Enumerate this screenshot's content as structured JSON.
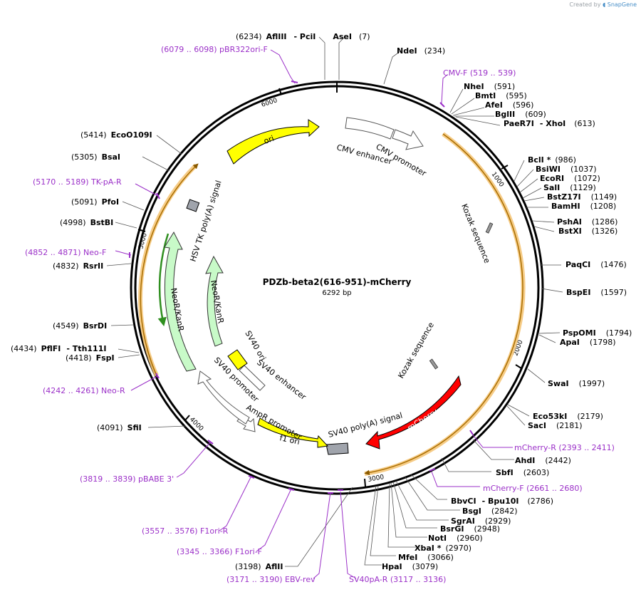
{
  "credit": {
    "prefix": "Created by",
    "brand": "SnapGene"
  },
  "plasmid": {
    "name": "PDZb-beta2(616-951)-mCherry",
    "size": "6292 bp",
    "length": 6292
  },
  "ticks": [
    "1000",
    "2000",
    "3000",
    "4000",
    "5000",
    "6000"
  ],
  "sites": [
    {
      "name": "AflIII",
      "sep": "- PciI",
      "pos": "(6234)",
      "name2": "AseI",
      "pos2": "(7)"
    },
    {
      "name": "NdeI",
      "pos": "(234)"
    },
    {
      "name": "NheI",
      "pos": "(591)"
    },
    {
      "name": "BmtI",
      "pos": "(595)"
    },
    {
      "name": "AfeI",
      "pos": "(596)"
    },
    {
      "name": "BglII",
      "pos": "(609)"
    },
    {
      "name": "PaeR7I",
      "sep": "- XhoI",
      "pos": "(613)"
    },
    {
      "name": "BclI *",
      "pos": "(986)"
    },
    {
      "name": "BsiWI",
      "pos": "(1037)"
    },
    {
      "name": "EcoRI",
      "pos": "(1072)"
    },
    {
      "name": "SalI",
      "pos": "(1129)"
    },
    {
      "name": "BstZ17I",
      "pos": "(1149)"
    },
    {
      "name": "BamHI",
      "pos": "(1208)"
    },
    {
      "name": "PshAI",
      "pos": "(1286)"
    },
    {
      "name": "BstXI",
      "pos": "(1326)"
    },
    {
      "name": "PaqCI",
      "pos": "(1476)"
    },
    {
      "name": "BspEI",
      "pos": "(1597)"
    },
    {
      "name": "PspOMI",
      "pos": "(1794)"
    },
    {
      "name": "ApaI",
      "pos": "(1798)"
    },
    {
      "name": "SwaI",
      "pos": "(1997)"
    },
    {
      "name": "Eco53kI",
      "pos": "(2179)"
    },
    {
      "name": "SacI",
      "pos": "(2181)"
    },
    {
      "name": "AhdI",
      "pos": "(2442)"
    },
    {
      "name": "SbfI",
      "pos": "(2603)"
    },
    {
      "name": "BbvCI",
      "sep": "- Bpu10I",
      "pos": "(2786)"
    },
    {
      "name": "BsgI",
      "pos": "(2842)"
    },
    {
      "name": "SgrAI",
      "pos": "(2929)"
    },
    {
      "name": "BsrGI",
      "pos": "(2948)"
    },
    {
      "name": "NotI",
      "pos": "(2960)"
    },
    {
      "name": "XbaI *",
      "pos": "(2970)"
    },
    {
      "name": "MfeI",
      "pos": "(3066)"
    },
    {
      "name": "HpaI",
      "pos": "(3079)"
    },
    {
      "name": "AflII",
      "pos": "(3198)"
    },
    {
      "name": "SfiI",
      "pos": "(4091)"
    },
    {
      "name": "FspI",
      "pos": "(4418)"
    },
    {
      "name": "PflFI",
      "sep": "- Tth111I",
      "pos": "(4434)"
    },
    {
      "name": "BsrDI",
      "pos": "(4549)"
    },
    {
      "name": "RsrII",
      "pos": "(4832)"
    },
    {
      "name": "BstBI",
      "pos": "(4998)"
    },
    {
      "name": "PfoI",
      "pos": "(5091)"
    },
    {
      "name": "BsaI",
      "pos": "(5305)"
    },
    {
      "name": "EcoO109I",
      "pos": "(5414)"
    }
  ],
  "primers": [
    {
      "label": "(6079 .. 6098)  pBR322ori-F"
    },
    {
      "label": "CMV-F   (519 .. 539)"
    },
    {
      "label": "mCherry-R   (2393 .. 2411)"
    },
    {
      "label": "mCherry-F   (2661 .. 2680)"
    },
    {
      "label": "SV40pA-R   (3117 .. 3136)"
    },
    {
      "label": "(3171 .. 3190)  EBV-rev"
    },
    {
      "label": "(3345 .. 3366)  F1ori-F"
    },
    {
      "label": "(3557 .. 3576)  F1ori-R"
    },
    {
      "label": "(3819 .. 3839)  pBABE 3'"
    },
    {
      "label": "(4242 .. 4261)  Neo-R"
    },
    {
      "label": "(4852 .. 4871)  Neo-F"
    },
    {
      "label": "(5170 .. 5189)  TK-pA-R"
    }
  ],
  "features": [
    {
      "label": "ori"
    },
    {
      "label": "CMV enhancer"
    },
    {
      "label": "CMV promoter"
    },
    {
      "label": "Kozak sequence"
    },
    {
      "label": "Kozak sequence"
    },
    {
      "label": "mCherry"
    },
    {
      "label": "SV40 poly(A) signal"
    },
    {
      "label": "f1 ori"
    },
    {
      "label": "AmpR promoter"
    },
    {
      "label": "SV40 promoter"
    },
    {
      "label": "SV40 enhancer"
    },
    {
      "label": "SV40 ori"
    },
    {
      "label": "NeoR/KanR"
    },
    {
      "label": "NeoR/KanR"
    },
    {
      "label": "HSV TK poly(A) signal"
    }
  ],
  "colors": {
    "primer": "#9b30c8",
    "orf": "#f5b54a",
    "ori": "#ffff00",
    "mcherry": "#ff0000",
    "neo": "#c8fac8",
    "polyA": "#a0a4ac",
    "promoter": "#ffffff",
    "backbone": "#000000"
  }
}
